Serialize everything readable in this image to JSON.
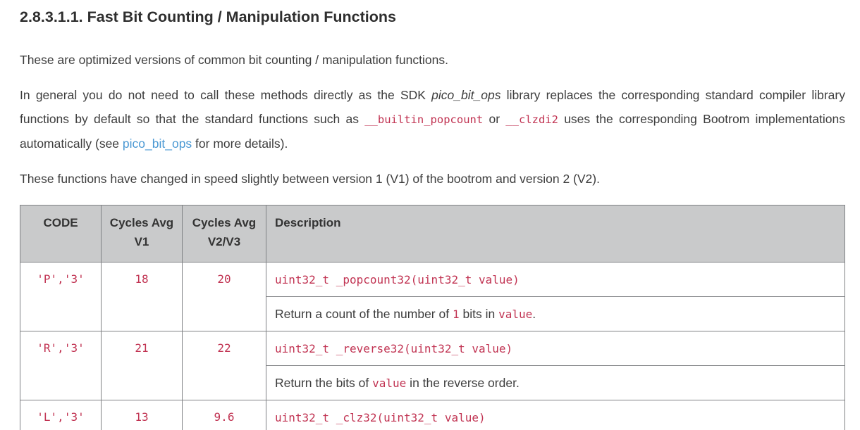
{
  "colors": {
    "code_red": "#c13352",
    "link_blue": "#4a98d3",
    "table_header_bg": "#c9cacb",
    "table_border": "#7f8184",
    "text": "#3d3d3d"
  },
  "page": {
    "heading": "2.8.3.1.1. Fast Bit Counting / Manipulation Functions",
    "paragraph1": "These are optimized versions of common bit counting / manipulation functions.",
    "paragraph2": [
      {
        "t": "text",
        "v": "In general you do not need to call these methods directly as the SDK "
      },
      {
        "t": "em",
        "v": "pico_bit_ops"
      },
      {
        "t": "text",
        "v": " library replaces the corresponding standard compiler library functions by default so that the standard functions such as "
      },
      {
        "t": "code",
        "v": "__builtin_popcount"
      },
      {
        "t": "text",
        "v": " or "
      },
      {
        "t": "code",
        "v": "__clzdi2"
      },
      {
        "t": "text",
        "v": " uses the corresponding Bootrom implementations automatically (see "
      },
      {
        "t": "link",
        "v": "pico_bit_ops"
      },
      {
        "t": "text",
        "v": " for more details)."
      }
    ],
    "paragraph3": "These functions have changed in speed slightly between version 1 (V1) of the bootrom and version 2 (V2)."
  },
  "table": {
    "headers": {
      "code": "CODE",
      "v1": "Cycles Avg V1",
      "v2": "Cycles Avg V2/V3",
      "description": "Description"
    },
    "rows": [
      {
        "code": "'P','3'",
        "v1": "18",
        "v2": "20",
        "signature": "uint32_t _popcount32(uint32_t value)",
        "description": [
          {
            "t": "text",
            "v": "Return a count of the number of "
          },
          {
            "t": "code",
            "v": "1"
          },
          {
            "t": "text",
            "v": " bits in "
          },
          {
            "t": "code",
            "v": "value"
          },
          {
            "t": "text",
            "v": "."
          }
        ]
      },
      {
        "code": "'R','3'",
        "v1": "21",
        "v2": "22",
        "signature": "uint32_t _reverse32(uint32_t value)",
        "description": [
          {
            "t": "text",
            "v": "Return the bits of "
          },
          {
            "t": "code",
            "v": "value"
          },
          {
            "t": "text",
            "v": " in the reverse order."
          }
        ]
      },
      {
        "code": "'L','3'",
        "v1": "13",
        "v2": "9.6",
        "signature": "uint32_t _clz32(uint32_t value)"
      }
    ]
  }
}
